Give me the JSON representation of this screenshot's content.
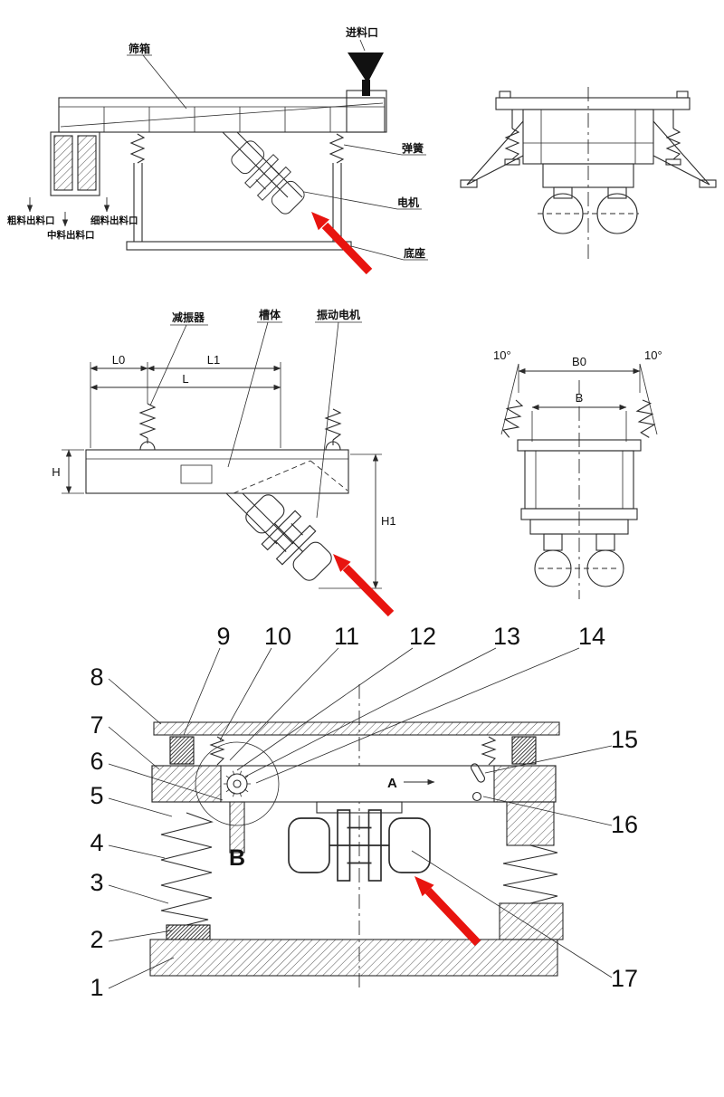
{
  "doc": {
    "background": "#ffffff",
    "line_color": "#2a2a2a",
    "arrow_color": "#e8140f"
  },
  "top_view": {
    "labels": {
      "screen_box": "筛箱",
      "feed_inlet": "进料口",
      "spring": "弹簧",
      "motor": "电机",
      "base": "底座",
      "coarse_outlet": "粗料出料口",
      "fine_outlet": "细料出料口",
      "medium_outlet": "中料出料口"
    }
  },
  "dimension_view": {
    "labels": {
      "damper": "减振器",
      "trough": "槽体",
      "vibration_motor": "振动电机"
    },
    "dims": {
      "l0": "L0",
      "l1": "L1",
      "l": "L",
      "h": "H",
      "h1": "H1",
      "b0": "B0",
      "b": "B",
      "angle_left": "10°",
      "angle_right": "10°"
    }
  },
  "section_view": {
    "view_label": "A",
    "detail_label": "B",
    "callouts": {
      "c1": "1",
      "c2": "2",
      "c3": "3",
      "c4": "4",
      "c5": "5",
      "c6": "6",
      "c7": "7",
      "c8": "8",
      "c9": "9",
      "c10": "10",
      "c11": "11",
      "c12": "12",
      "c13": "13",
      "c14": "14",
      "c15": "15",
      "c16": "16",
      "c17": "17"
    }
  }
}
